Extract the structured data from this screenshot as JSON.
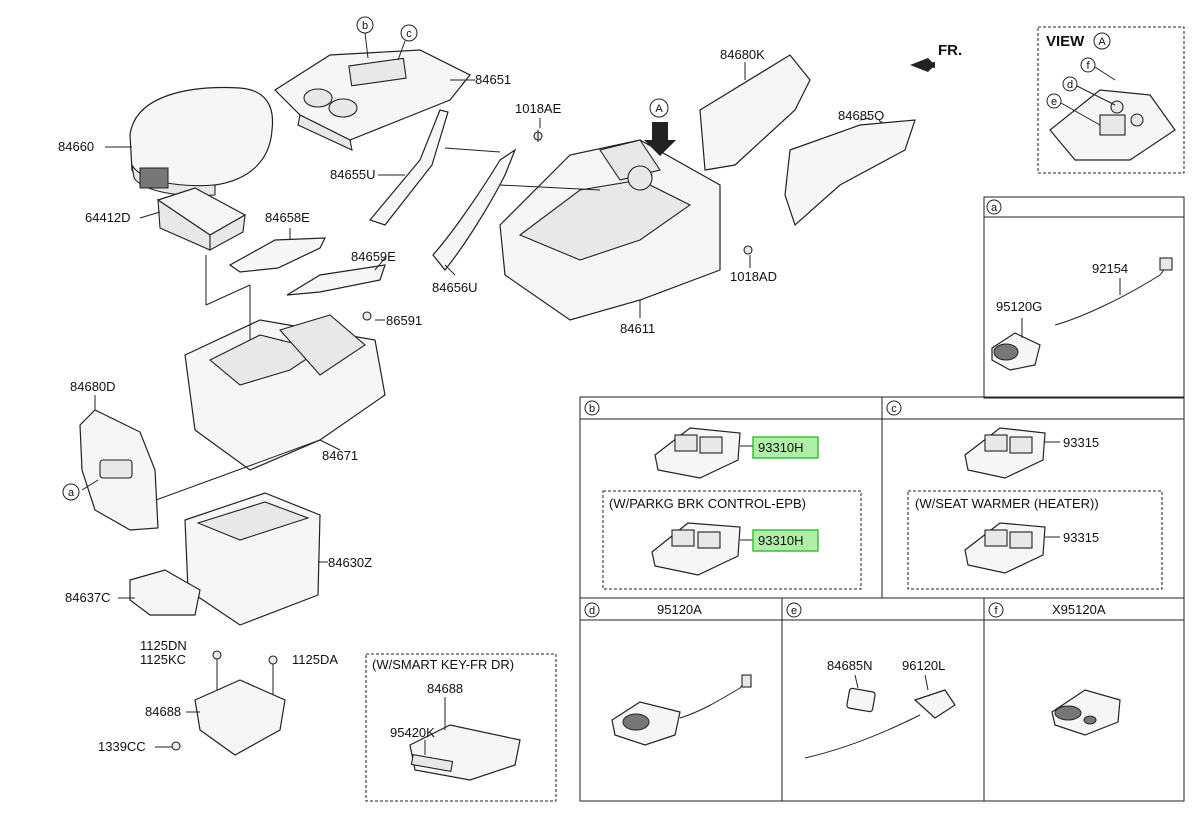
{
  "labels": {
    "p84651": "84651",
    "p84660": "84660",
    "p64412D": "64412D",
    "p84658E": "84658E",
    "p84655U": "84655U",
    "p1018AE": "1018AE",
    "p84659E": "84659E",
    "p84656U": "84656U",
    "p86591": "86591",
    "p84611": "84611",
    "p1018AD": "1018AD",
    "p84680K": "84680K",
    "p84685Q": "84685Q",
    "p84680D": "84680D",
    "p84671": "84671",
    "p84630Z": "84630Z",
    "p84637C": "84637C",
    "p1125DN": "1125DN",
    "p1125KC": "1125KC",
    "p1125DA": "1125DA",
    "p84688": "84688",
    "p1339CC": "1339CC",
    "p84688b": "84688",
    "p95420K": "95420K",
    "p92154": "92154",
    "p95120G": "95120G",
    "p93310H_1": "93310H",
    "p93310H_2": "93310H",
    "p93315_1": "93315",
    "p93315_2": "93315",
    "p95120A": "95120A",
    "p84685N": "84685N",
    "p96120L": "96120L",
    "pX95120A": "X95120A"
  },
  "headers": {
    "fr": "FR.",
    "view": "VIEW",
    "arrow_a": "A",
    "view_a": "A",
    "smart_key": "(W/SMART KEY-FR DR)",
    "parking_brake": "(W/PARKG BRK CONTROL-EPB)",
    "seat_warmer": "(W/SEAT WARMER (HEATER))"
  },
  "callouts": {
    "a": "a",
    "b": "b",
    "c": "c",
    "d": "d",
    "e": "e",
    "f": "f"
  },
  "colors": {
    "highlight_fill": "#aef0a5",
    "highlight_stroke": "#3bbf3b"
  }
}
